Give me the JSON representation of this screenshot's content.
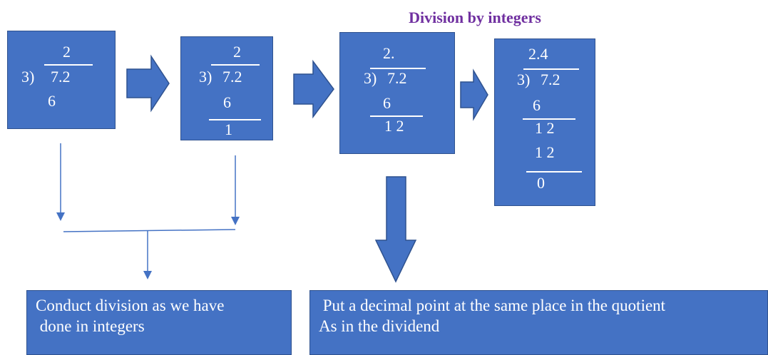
{
  "title": "Division by integers",
  "steps": [
    {
      "quotient": "2",
      "divisor": "3)",
      "dividend": "7.2",
      "product": "6"
    },
    {
      "quotient": "2",
      "divisor": "3)",
      "dividend": "7.2",
      "product": "6",
      "remainder": "1"
    },
    {
      "quotient": "2.",
      "divisor": "3)",
      "dividend": "7.2",
      "product": "6",
      "remainder": "1 2"
    },
    {
      "quotient": "2.4",
      "divisor": "3)",
      "dividend": "7.2",
      "product": "6",
      "remainder": "1 2",
      "product2": "1 2",
      "remainder2": "0"
    }
  ],
  "notes": {
    "left": "Conduct division as we have\n done in integers",
    "right": " Put a decimal point at the same place in the quotient\nAs in the dividend"
  },
  "colors": {
    "box_fill": "#4472c4",
    "box_border": "#2f528f",
    "title": "#7030a0"
  }
}
